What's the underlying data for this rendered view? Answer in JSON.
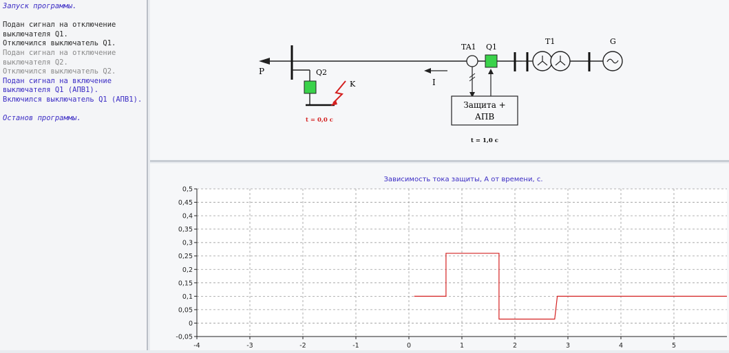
{
  "log": [
    {
      "text": "Запуск программы.",
      "color": "#3a2bc4",
      "italic": true
    },
    {
      "text": "",
      "color": "#000000",
      "italic": false
    },
    {
      "text": "Подан сигнал на отключение выключателя Q1.",
      "color": "#2a2a2a",
      "italic": false
    },
    {
      "text": "Отключился выключатель Q1.",
      "color": "#2a2a2a",
      "italic": false
    },
    {
      "text": "Подан сигнал на отключение выключателя Q2.",
      "color": "#8a8a8a",
      "italic": false
    },
    {
      "text": "Отключился выключатель Q2.",
      "color": "#8a8a8a",
      "italic": false
    },
    {
      "text": "Подан сигнал на включение выключателя Q1 (АПВ1).",
      "color": "#3a2bc4",
      "italic": false
    },
    {
      "text": "Включился выключатель Q1 (АПВ1).",
      "color": "#3a2bc4",
      "italic": false
    },
    {
      "text": "",
      "color": "#000000",
      "italic": false
    },
    {
      "text": "Останов программы.",
      "color": "#3a2bc4",
      "italic": true
    }
  ],
  "diagram": {
    "label_p": "P",
    "label_i": "I",
    "label_q2": "Q2",
    "label_k": "K",
    "label_ta1": "TA1",
    "label_q1": "Q1",
    "label_t1": "T1",
    "label_g": "G",
    "protection_line1": "Защита +",
    "protection_line2": "АПВ",
    "time_q2": "t = 0,0 c",
    "time_q1": "t = 1,0 c",
    "breaker_color": "#3ad24a",
    "fault_color": "#d42020"
  },
  "chart_data": {
    "type": "line",
    "title": "Зависимость тока защиты, А от времени, с.",
    "xlim": [
      -4,
      6
    ],
    "ylim": [
      -0.05,
      0.5
    ],
    "x_ticks": [
      -4,
      -3,
      -2,
      -1,
      0,
      1,
      2,
      3,
      4,
      5
    ],
    "x_tick_labels": [
      "-4",
      "-3",
      "-2",
      "-1",
      "0",
      "1",
      "2",
      "3",
      "4",
      "5"
    ],
    "y_ticks": [
      -0.05,
      0,
      0.05,
      0.1,
      0.15,
      0.2,
      0.25,
      0.3,
      0.35,
      0.4,
      0.45,
      0.5
    ],
    "y_tick_labels": [
      "-0,05",
      "0",
      "0,05",
      "0,1",
      "0,15",
      "0,2",
      "0,25",
      "0,3",
      "0,35",
      "0,4",
      "0,45",
      "0,5"
    ],
    "grid": true,
    "title_color": "#3a2bc4",
    "series": [
      {
        "color": "#d42020",
        "x": [
          0.1,
          0.7,
          0.7,
          1.7,
          1.7,
          2.75,
          2.8,
          6.0
        ],
        "y": [
          0.1,
          0.1,
          0.26,
          0.26,
          0.015,
          0.015,
          0.1,
          0.1
        ]
      }
    ]
  }
}
